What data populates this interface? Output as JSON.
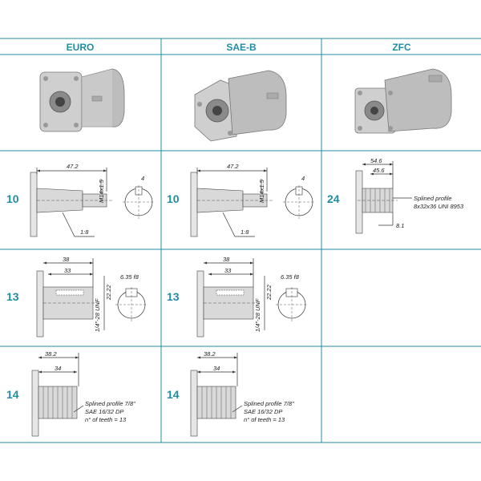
{
  "columns": [
    {
      "label": "EURO"
    },
    {
      "label": "SAE-B"
    },
    {
      "label": "ZFC"
    }
  ],
  "colors": {
    "accent": "#1f8ea3"
  },
  "rows": {
    "row1": {
      "euro": {
        "code": "10",
        "dim_length": "47.2",
        "dim_thread": "M14x1.5",
        "dim_key": "4",
        "taper": "1:8"
      },
      "sae": {
        "code": "10",
        "dim_length": "47.2",
        "dim_thread": "M14x1.5",
        "dim_key": "4",
        "taper": "1:8"
      },
      "zfc": {
        "code": "24",
        "dim_outer": "54.6",
        "dim_inner": "45.6",
        "spline_title": "Splined profile",
        "spline_spec": "8x32x36 UNI 8953",
        "dia": "8.1"
      }
    },
    "row2": {
      "euro": {
        "code": "13",
        "dim_outer": "38",
        "dim_inner": "33",
        "key": "6.35 f8",
        "dia": "22.22",
        "thread": "1/4\"-28 UNF"
      },
      "sae": {
        "code": "13",
        "dim_outer": "38",
        "dim_inner": "33",
        "key": "6.35 f8",
        "dia": "22.22",
        "thread": "1/4\"-28 UNF"
      }
    },
    "row3": {
      "euro": {
        "code": "14",
        "dim_outer": "38.2",
        "dim_inner": "34",
        "spline_line1": "Splined profile 7/8\"",
        "spline_line2": "SAE 16/32 DP",
        "spline_line3": "n° of teeth = 13"
      },
      "sae": {
        "code": "14",
        "dim_outer": "38.2",
        "dim_inner": "34",
        "spline_line1": "Splined profile 7/8\"",
        "spline_line2": "SAE 16/32 DP",
        "spline_line3": "n° of teeth = 13"
      }
    }
  }
}
